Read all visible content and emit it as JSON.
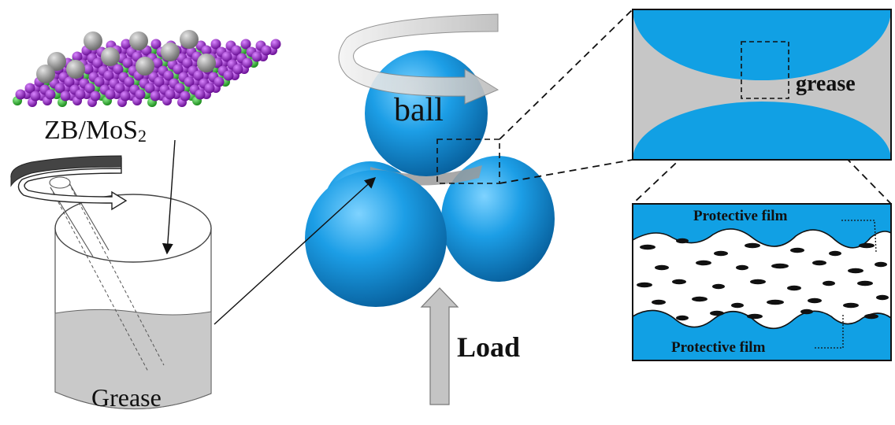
{
  "labels": {
    "additive_base": "ZB/MoS",
    "additive_subscript": "2",
    "ball": "ball",
    "grease_jar": "Grease",
    "grease_zoom": "grease",
    "load": "Load",
    "protective_film_top": "Protective film",
    "protective_film_bottom": "Protective film"
  },
  "colors": {
    "ball_blue": "#1197dd",
    "grease_grey": "#c6c6c6",
    "molecule_purple": "#8a1fb0",
    "molecule_green": "#2fb52f",
    "molecule_grey": "#8f8f8f"
  }
}
